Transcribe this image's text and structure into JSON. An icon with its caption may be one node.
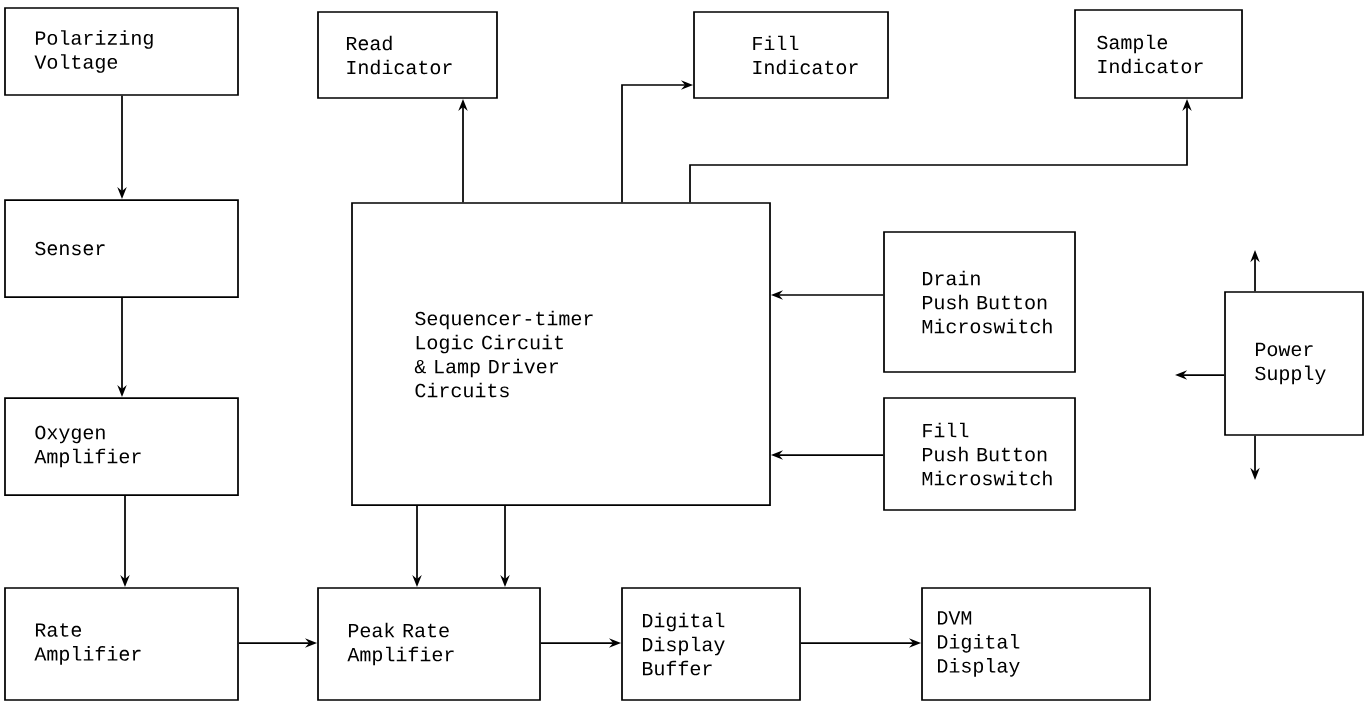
{
  "diagram": {
    "nodes": [
      {
        "text": [
          "Polarizing Voltage"
        ]
      },
      {
        "text": [
          "Read Indicator"
        ]
      },
      {
        "text": [
          "Fill Indicator"
        ]
      },
      {
        "text": [
          "Sample Indicator"
        ]
      },
      {
        "text": [
          "Senser"
        ]
      },
      {
        "text": [
          "Sequencer-timer Logic Circuit & Lamp Driver Circuits"
        ]
      },
      {
        "text": [
          "Drain",
          "Push Button Microswitch"
        ]
      },
      {
        "text": [
          "Power Supply"
        ]
      },
      {
        "text": [
          "Oxygen Amplifier"
        ]
      },
      {
        "text": [
          "Fill",
          "Push Button Microswitch"
        ]
      },
      {
        "text": [
          "Rate Amplifier"
        ]
      },
      {
        "text": [
          "Peak Rate Amplifier"
        ]
      },
      {
        "text": [
          "Digital Display Buffer"
        ]
      },
      {
        "text": [
          "DVM Digital Display"
        ]
      }
    ],
    "edges": [
      {
        "from": 0,
        "to": 4,
        "arrow": "to"
      },
      {
        "from": 4,
        "to": 8,
        "arrow": "to"
      },
      {
        "from": 8,
        "to": 10,
        "arrow": "to"
      },
      {
        "from": 10,
        "to": 11,
        "arrow": "to"
      },
      {
        "from": 11,
        "to": 12,
        "arrow": "to"
      },
      {
        "from": 12,
        "to": 13,
        "arrow": "to"
      },
      {
        "from": 5,
        "to": 1,
        "arrow": "to"
      },
      {
        "from": 5,
        "to": 2,
        "arrow": "to"
      },
      {
        "from": 5,
        "to": 3,
        "arrow": "to"
      },
      {
        "from": 6,
        "to": 5,
        "arrow": "to"
      },
      {
        "from": 9,
        "to": 5,
        "arrow": "to"
      },
      {
        "from": 5,
        "to": 11,
        "arrow": "to"
      },
      {
        "from": 5,
        "to": 11,
        "arrow": "to"
      },
      {
        "from": 7,
        "to": null,
        "arrow": "to"
      },
      {
        "from": 7,
        "to": null,
        "arrow": "to"
      },
      {
        "from": 7,
        "to": null,
        "arrow": "to"
      }
    ]
  }
}
